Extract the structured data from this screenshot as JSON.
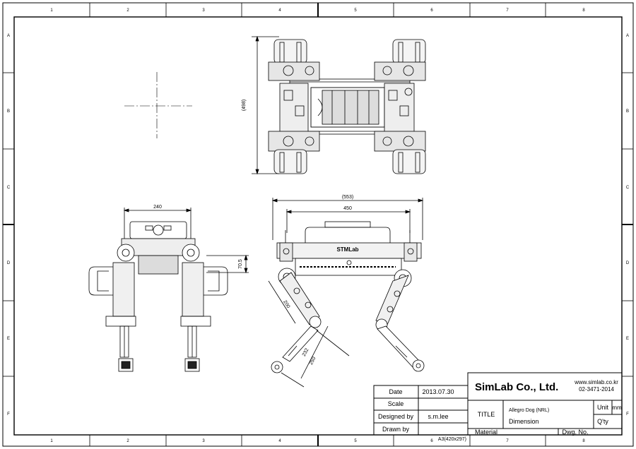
{
  "sheet": {
    "zones_top": [
      "1",
      "2",
      "3",
      "4",
      "5",
      "6",
      "7",
      "8"
    ],
    "zones_bottom": [
      "1",
      "2",
      "3",
      "4",
      "5",
      "6",
      "7",
      "8"
    ],
    "zones_side": [
      "A",
      "B",
      "C",
      "D",
      "E",
      "F"
    ]
  },
  "dimensions": {
    "top_depth": "(498)",
    "front_width": "240",
    "side_overall": "(553)",
    "side_body": "450",
    "side_height": "70.5",
    "thigh": "200",
    "shank_a": "232",
    "shank_b": "250"
  },
  "side_view": {
    "body_label": "STMLab"
  },
  "title_block": {
    "company": "SimLab Co., Ltd.",
    "website": "www.simlab.co.kr",
    "phone": "02-3471-2014",
    "date_label": "Date",
    "date_value": "2013.07.30",
    "scale_label": "Scale",
    "scale_value": "",
    "designed_by_label": "Designed by",
    "designed_by_value": "s.m.lee",
    "drawn_by_label": "Drawn by",
    "drawn_by_value": "",
    "title_label": "TITLE",
    "title_line1": "Allegro Dog (NRL)",
    "title_line2": "Dimension",
    "unit_label": "Unit",
    "unit_value": "mm",
    "qty_label": "Q'ty",
    "qty_value": "",
    "material_label": "Material",
    "dwg_no_label": "Dwg. No.",
    "sheet_size": "A3(420x297)"
  }
}
